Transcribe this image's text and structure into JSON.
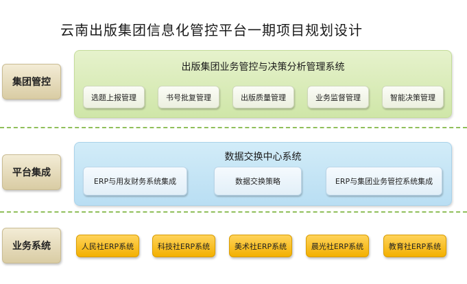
{
  "title": "云南出版集团信息化管控平台一期项目规划设计",
  "rows": {
    "group_control": {
      "label": "集团管控",
      "panel_title": "出版集团业务管控与决策分析管理系统",
      "modules": [
        "选题上报管理",
        "书号批复管理",
        "出版质量管理",
        "业务监督管理",
        "智能决策管理"
      ]
    },
    "platform_integration": {
      "label": "平台集成",
      "panel_title": "数据交换中心系统",
      "modules": [
        "ERP与用友财务系统集成",
        "数据交换策略",
        "ERP与集团业务管控系统集成"
      ]
    },
    "business_systems": {
      "label": "业务系统",
      "systems": [
        "人民社ERP系统",
        "科技社ERP系统",
        "美术社ERP系统",
        "晨光社ERP系统",
        "教育社ERP系统"
      ]
    }
  },
  "colors": {
    "green_panel": "#d8ecb6",
    "blue_panel": "#c4e4f5",
    "yellow_box": "#f7bf1e",
    "label_box": "#e6dcbc",
    "divider": "#8fbf5a"
  }
}
